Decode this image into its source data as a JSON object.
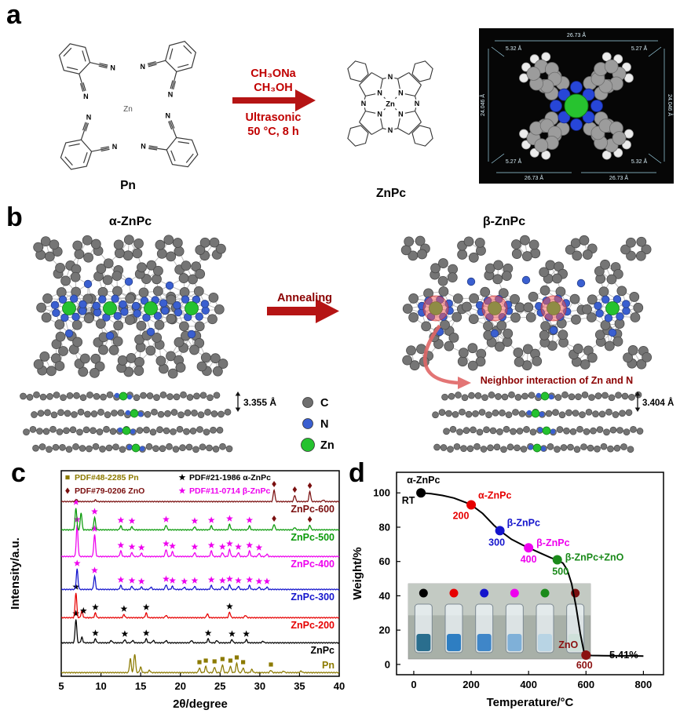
{
  "figure": {
    "panel_a": {
      "tag": "a",
      "zn_center": "Zn",
      "n_atom": "N",
      "zn_atom": "Zn",
      "precursor_label": "Pn",
      "reagents": [
        "CH₃ONa",
        "CH₃OH"
      ],
      "conditions": [
        "Ultrasonic",
        "50 °C, 8 h"
      ],
      "product_label": "ZnPc",
      "model": {
        "top": "26.73 Å",
        "bottom_left": "26.73 Å",
        "bottom_right": "26.73 Å",
        "left": "24.046 Å",
        "right": "24.046 Å",
        "corner_tl": "5.32 Å",
        "corner_tr": "5.27 Å",
        "corner_bl": "5.27 Å",
        "corner_br": "5.32 Å"
      }
    },
    "panel_b": {
      "tag": "b",
      "alpha_title": "α-ZnPc",
      "beta_title": "β-ZnPc",
      "arrow_label": "Annealing",
      "alpha_spacing": "3.355 Å",
      "beta_spacing": "3.404 Å",
      "annotation": "Neighbor interaction of Zn and N",
      "legend": [
        {
          "label": "C",
          "color": "#6f6f6f"
        },
        {
          "label": "N",
          "color": "#3a5fd0"
        },
        {
          "label": "Zn",
          "color": "#25c22f"
        }
      ]
    },
    "panel_c": {
      "tag": "c"
    },
    "panel_d": {
      "tag": "d"
    }
  },
  "chart_data": [
    {
      "id": "xrd-patterns",
      "type": "line",
      "xlabel": "2θ/degree",
      "ylabel": "Intensity/a.u.",
      "xlim": [
        5,
        40
      ],
      "xticks": [
        5,
        10,
        15,
        20,
        25,
        30,
        35,
        40
      ],
      "grid": false,
      "legend_position": "top-inside",
      "legend": [
        {
          "label": "PDF#48-2285 Pn",
          "symbol": "square",
          "color": "#8c7a00"
        },
        {
          "label": "PDF#79-0206 ZnO",
          "symbol": "diamond",
          "color": "#7a0f0f"
        },
        {
          "label": "PDF#21-1986 α-ZnPc",
          "symbol": "star",
          "color": "#000000"
        },
        {
          "label": "PDF#11-0714 β-ZnPc",
          "symbol": "star",
          "color": "#ee00ee"
        }
      ],
      "series": [
        {
          "name": "Pn",
          "color": "#8c7a00",
          "offset": 0,
          "label_dy": -6,
          "peaks": [
            [
              13.7,
              18
            ],
            [
              14.25,
              24
            ],
            [
              15.0,
              7
            ],
            [
              16.1,
              3
            ],
            [
              22.4,
              6
            ],
            [
              23.2,
              8
            ],
            [
              24.3,
              7
            ],
            [
              25.3,
              10
            ],
            [
              26.3,
              8
            ],
            [
              27.1,
              12
            ],
            [
              27.9,
              6
            ],
            [
              29.0,
              4
            ],
            [
              31.4,
              3
            ],
            [
              33.0,
              2
            ],
            [
              35.2,
              2
            ]
          ],
          "markers": [
            {
              "symbol": "square",
              "color": "#8c7a00",
              "x": [
                22.4,
                23.2,
                24.3,
                25.3,
                26.3,
                27.1,
                27.9,
                31.4
              ]
            }
          ]
        },
        {
          "name": "ZnPc",
          "color": "#000000",
          "offset": 38,
          "label_dy": 13,
          "peaks": [
            [
              6.85,
              30
            ],
            [
              7.6,
              7
            ],
            [
              9.3,
              5
            ],
            [
              11.3,
              3
            ],
            [
              13.0,
              4
            ],
            [
              14.0,
              3
            ],
            [
              15.7,
              5
            ],
            [
              16.6,
              3
            ],
            [
              18.2,
              3
            ],
            [
              21.4,
              3
            ],
            [
              23.5,
              5
            ],
            [
              24.6,
              3
            ],
            [
              26.5,
              4
            ],
            [
              28.3,
              4
            ],
            [
              30.4,
              2
            ]
          ],
          "markers": [
            {
              "symbol": "star",
              "color": "#000000",
              "x": [
                6.85,
                9.3,
                13.0,
                15.7,
                23.5,
                26.5,
                28.3
              ]
            }
          ]
        },
        {
          "name": "ZnPc-200",
          "color": "#e60000",
          "offset": 70,
          "label_dy": 13,
          "peaks": [
            [
              6.85,
              32
            ],
            [
              7.6,
              9
            ],
            [
              9.3,
              6
            ],
            [
              12.9,
              4
            ],
            [
              15.7,
              6
            ],
            [
              18.2,
              3
            ],
            [
              23.4,
              5
            ],
            [
              26.2,
              7
            ],
            [
              28.2,
              3
            ]
          ],
          "markers": [
            {
              "symbol": "star",
              "color": "#000000",
              "x": [
                6.85,
                7.8,
                9.3,
                12.9,
                15.7,
                26.2
              ]
            }
          ]
        },
        {
          "name": "ZnPc-300",
          "color": "#1414cc",
          "offset": 106,
          "label_dy": 13,
          "peaks": [
            [
              7.0,
              26
            ],
            [
              9.2,
              17
            ],
            [
              12.5,
              5
            ],
            [
              13.9,
              4
            ],
            [
              15.1,
              3
            ],
            [
              16.3,
              3
            ],
            [
              18.2,
              6
            ],
            [
              19.0,
              4
            ],
            [
              20.5,
              3
            ],
            [
              21.8,
              4
            ],
            [
              23.9,
              5
            ],
            [
              25.3,
              4
            ],
            [
              26.2,
              6
            ],
            [
              27.3,
              4
            ],
            [
              28.7,
              5
            ],
            [
              29.9,
              3
            ],
            [
              30.9,
              3
            ]
          ],
          "markers": [
            {
              "symbol": "star",
              "color": "#ee00ee",
              "x": [
                7.0,
                9.2,
                12.5,
                13.9,
                15.1,
                18.2,
                19.0,
                20.5,
                21.8,
                23.9,
                25.3,
                26.2,
                27.3,
                28.7,
                29.9,
                30.9
              ]
            }
          ]
        },
        {
          "name": "ZnPc-400",
          "color": "#ee00ee",
          "offset": 148,
          "label_dy": 13,
          "peaks": [
            [
              7.0,
              40
            ],
            [
              9.2,
              28
            ],
            [
              12.5,
              7
            ],
            [
              13.9,
              5
            ],
            [
              15.1,
              4
            ],
            [
              18.2,
              9
            ],
            [
              19.0,
              6
            ],
            [
              21.8,
              5
            ],
            [
              23.9,
              7
            ],
            [
              25.3,
              5
            ],
            [
              26.2,
              9
            ],
            [
              27.3,
              5
            ],
            [
              28.7,
              7
            ],
            [
              29.9,
              4
            ],
            [
              30.9,
              3
            ]
          ],
          "markers": [
            {
              "symbol": "star",
              "color": "#ee00ee",
              "x": [
                7.0,
                9.2,
                12.5,
                13.9,
                15.1,
                18.2,
                19.0,
                21.8,
                23.9,
                25.3,
                26.2,
                27.3,
                28.7,
                29.9
              ]
            }
          ]
        },
        {
          "name": "ZnPc-500",
          "color": "#0a9a0a",
          "offset": 182,
          "label_dy": 13,
          "peaks": [
            [
              6.85,
              28
            ],
            [
              7.5,
              22
            ],
            [
              9.2,
              16
            ],
            [
              12.5,
              5
            ],
            [
              13.9,
              4
            ],
            [
              18.2,
              6
            ],
            [
              21.8,
              4
            ],
            [
              23.9,
              5
            ],
            [
              26.2,
              7
            ],
            [
              28.7,
              5
            ],
            [
              31.8,
              7
            ],
            [
              34.4,
              3
            ],
            [
              36.3,
              6
            ]
          ],
          "markers": [
            {
              "symbol": "star",
              "color": "#ee00ee",
              "x": [
                6.85,
                9.2,
                12.5,
                13.9,
                18.2,
                21.8,
                23.9,
                26.2,
                28.7
              ]
            },
            {
              "symbol": "diamond",
              "color": "#7a0f0f",
              "x": [
                31.8,
                36.3
              ]
            }
          ]
        },
        {
          "name": "ZnPc-600",
          "color": "#7a0f0f",
          "offset": 218,
          "label_dy": 13,
          "peaks": [
            [
              6.9,
              3
            ],
            [
              9.3,
              2
            ],
            [
              31.8,
              15
            ],
            [
              34.4,
              8
            ],
            [
              36.3,
              13
            ],
            [
              38.0,
              2
            ]
          ],
          "markers": [
            {
              "symbol": "diamond",
              "color": "#7a0f0f",
              "x": [
                31.8,
                34.4,
                36.3
              ]
            }
          ]
        }
      ]
    },
    {
      "id": "tga",
      "type": "line",
      "xlabel": "Temperature/°C",
      "ylabel": "Weight/%",
      "xlim": [
        -60,
        870
      ],
      "ylim": [
        -6,
        112
      ],
      "xticks": [
        0,
        200,
        400,
        600,
        800
      ],
      "yticks": [
        0,
        20,
        40,
        60,
        80,
        100
      ],
      "curve_color": "#000000",
      "curve": [
        [
          25,
          100
        ],
        [
          60,
          99.5
        ],
        [
          100,
          98.5
        ],
        [
          140,
          97
        ],
        [
          180,
          94.5
        ],
        [
          200,
          93
        ],
        [
          240,
          88
        ],
        [
          280,
          81
        ],
        [
          300,
          78
        ],
        [
          340,
          73
        ],
        [
          380,
          69.5
        ],
        [
          400,
          68
        ],
        [
          440,
          65
        ],
        [
          480,
          62
        ],
        [
          500,
          61
        ],
        [
          520,
          59
        ],
        [
          535,
          55
        ],
        [
          550,
          47
        ],
        [
          565,
          34
        ],
        [
          580,
          18
        ],
        [
          592,
          8
        ],
        [
          600,
          5.41
        ],
        [
          620,
          5.2
        ],
        [
          660,
          5.1
        ],
        [
          700,
          5
        ],
        [
          750,
          5
        ],
        [
          800,
          4.9
        ]
      ],
      "points": [
        {
          "x": 25,
          "y": 100,
          "color": "#000000",
          "phase": "α-ZnPc",
          "temp": "RT",
          "pdx": -18,
          "pdy": -12,
          "panchor": "start",
          "tdx": -16,
          "tdy": 14
        },
        {
          "x": 200,
          "y": 93,
          "color": "#e60000",
          "phase": "α-ZnPc",
          "temp": "200",
          "pdx": 9,
          "pdy": -8,
          "panchor": "start",
          "tdx": -13,
          "tdy": 18
        },
        {
          "x": 300,
          "y": 78,
          "color": "#1414cc",
          "phase": "β-ZnPc",
          "temp": "300",
          "pdx": 9,
          "pdy": -6,
          "panchor": "start",
          "tdx": -4,
          "tdy": 19
        },
        {
          "x": 400,
          "y": 68,
          "color": "#ee00ee",
          "phase": "β-ZnPc",
          "temp": "400",
          "pdx": 10,
          "pdy": -2,
          "panchor": "start",
          "tdx": 0,
          "tdy": 19
        },
        {
          "x": 500,
          "y": 61,
          "color": "#1a8a1a",
          "phase": "β-ZnPc+ZnO",
          "temp": "500",
          "pdx": 10,
          "pdy": 1,
          "panchor": "start",
          "tdx": 4,
          "tdy": 19
        },
        {
          "x": 600,
          "y": 5.41,
          "color": "#8b1010",
          "phase": "ZnO",
          "temp": "600",
          "pdx": -10,
          "pdy": -9,
          "panchor": "end",
          "tdx": -2,
          "tdy": 17
        }
      ],
      "residual": "5.41%",
      "inset": {
        "dot_colors": [
          "#000000",
          "#e60000",
          "#1414cc",
          "#ee00ee",
          "#1a8a1a",
          "#7a0f0f"
        ],
        "liquid_colors": [
          "#2a6e8e",
          "#2e7ec2",
          "#3f86c8",
          "#7fb0d8",
          "#b8d4e4",
          "#cfe0da"
        ]
      }
    }
  ]
}
